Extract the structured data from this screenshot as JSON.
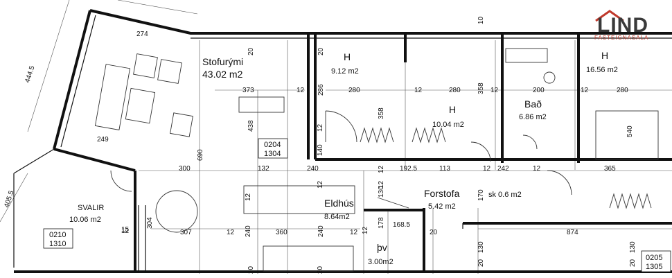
{
  "logo": {
    "text": "LIND",
    "sub": "FASTEIGNASALA",
    "accent": "#c0392b"
  },
  "rooms": [
    {
      "id": "stofurymi",
      "name": "Stofurými",
      "area": "43.02 m2"
    },
    {
      "id": "h1",
      "name": "H",
      "area": "9.12 m2"
    },
    {
      "id": "h2",
      "name": "H",
      "area": "10.04 m2"
    },
    {
      "id": "bad",
      "name": "Bað",
      "area": "6.86 m2"
    },
    {
      "id": "h3",
      "name": "H",
      "area": "16.56 m2"
    },
    {
      "id": "svalir",
      "name": "SVALIR",
      "area": "10.06 m2"
    },
    {
      "id": "eldhus",
      "name": "Eldhús",
      "area": "8.64m2"
    },
    {
      "id": "forstofa",
      "name": "Forstofa",
      "area": "5.42 m2"
    },
    {
      "id": "sk",
      "name": "sk 0.6 m2",
      "area": ""
    },
    {
      "id": "thv",
      "name": "þv",
      "area": "3.00m2"
    }
  ],
  "tags": [
    {
      "id": "t0204",
      "line1": "0204",
      "line2": "1304"
    },
    {
      "id": "t0210",
      "line1": "0210",
      "line2": "1310"
    },
    {
      "id": "t0205",
      "line1": "0205",
      "line2": "1305"
    }
  ],
  "dims": [
    "274",
    "444.5",
    "249",
    "373",
    "12",
    "286",
    "280",
    "12",
    "280",
    "358",
    "12",
    "200",
    "12",
    "280",
    "20",
    "20",
    "438",
    "690",
    "300",
    "132",
    "240",
    "12",
    "140",
    "358",
    "12",
    "192.5",
    "113",
    "12",
    "242",
    "12",
    "365",
    "540",
    "307",
    "12",
    "240",
    "360",
    "240",
    "12",
    "178",
    "168.5",
    "12",
    "170",
    "20",
    "874",
    "130",
    "20",
    "130",
    "20",
    "12",
    "405.5",
    "15",
    "304",
    "12",
    "130",
    "12",
    "12",
    "10",
    "20",
    "20"
  ]
}
